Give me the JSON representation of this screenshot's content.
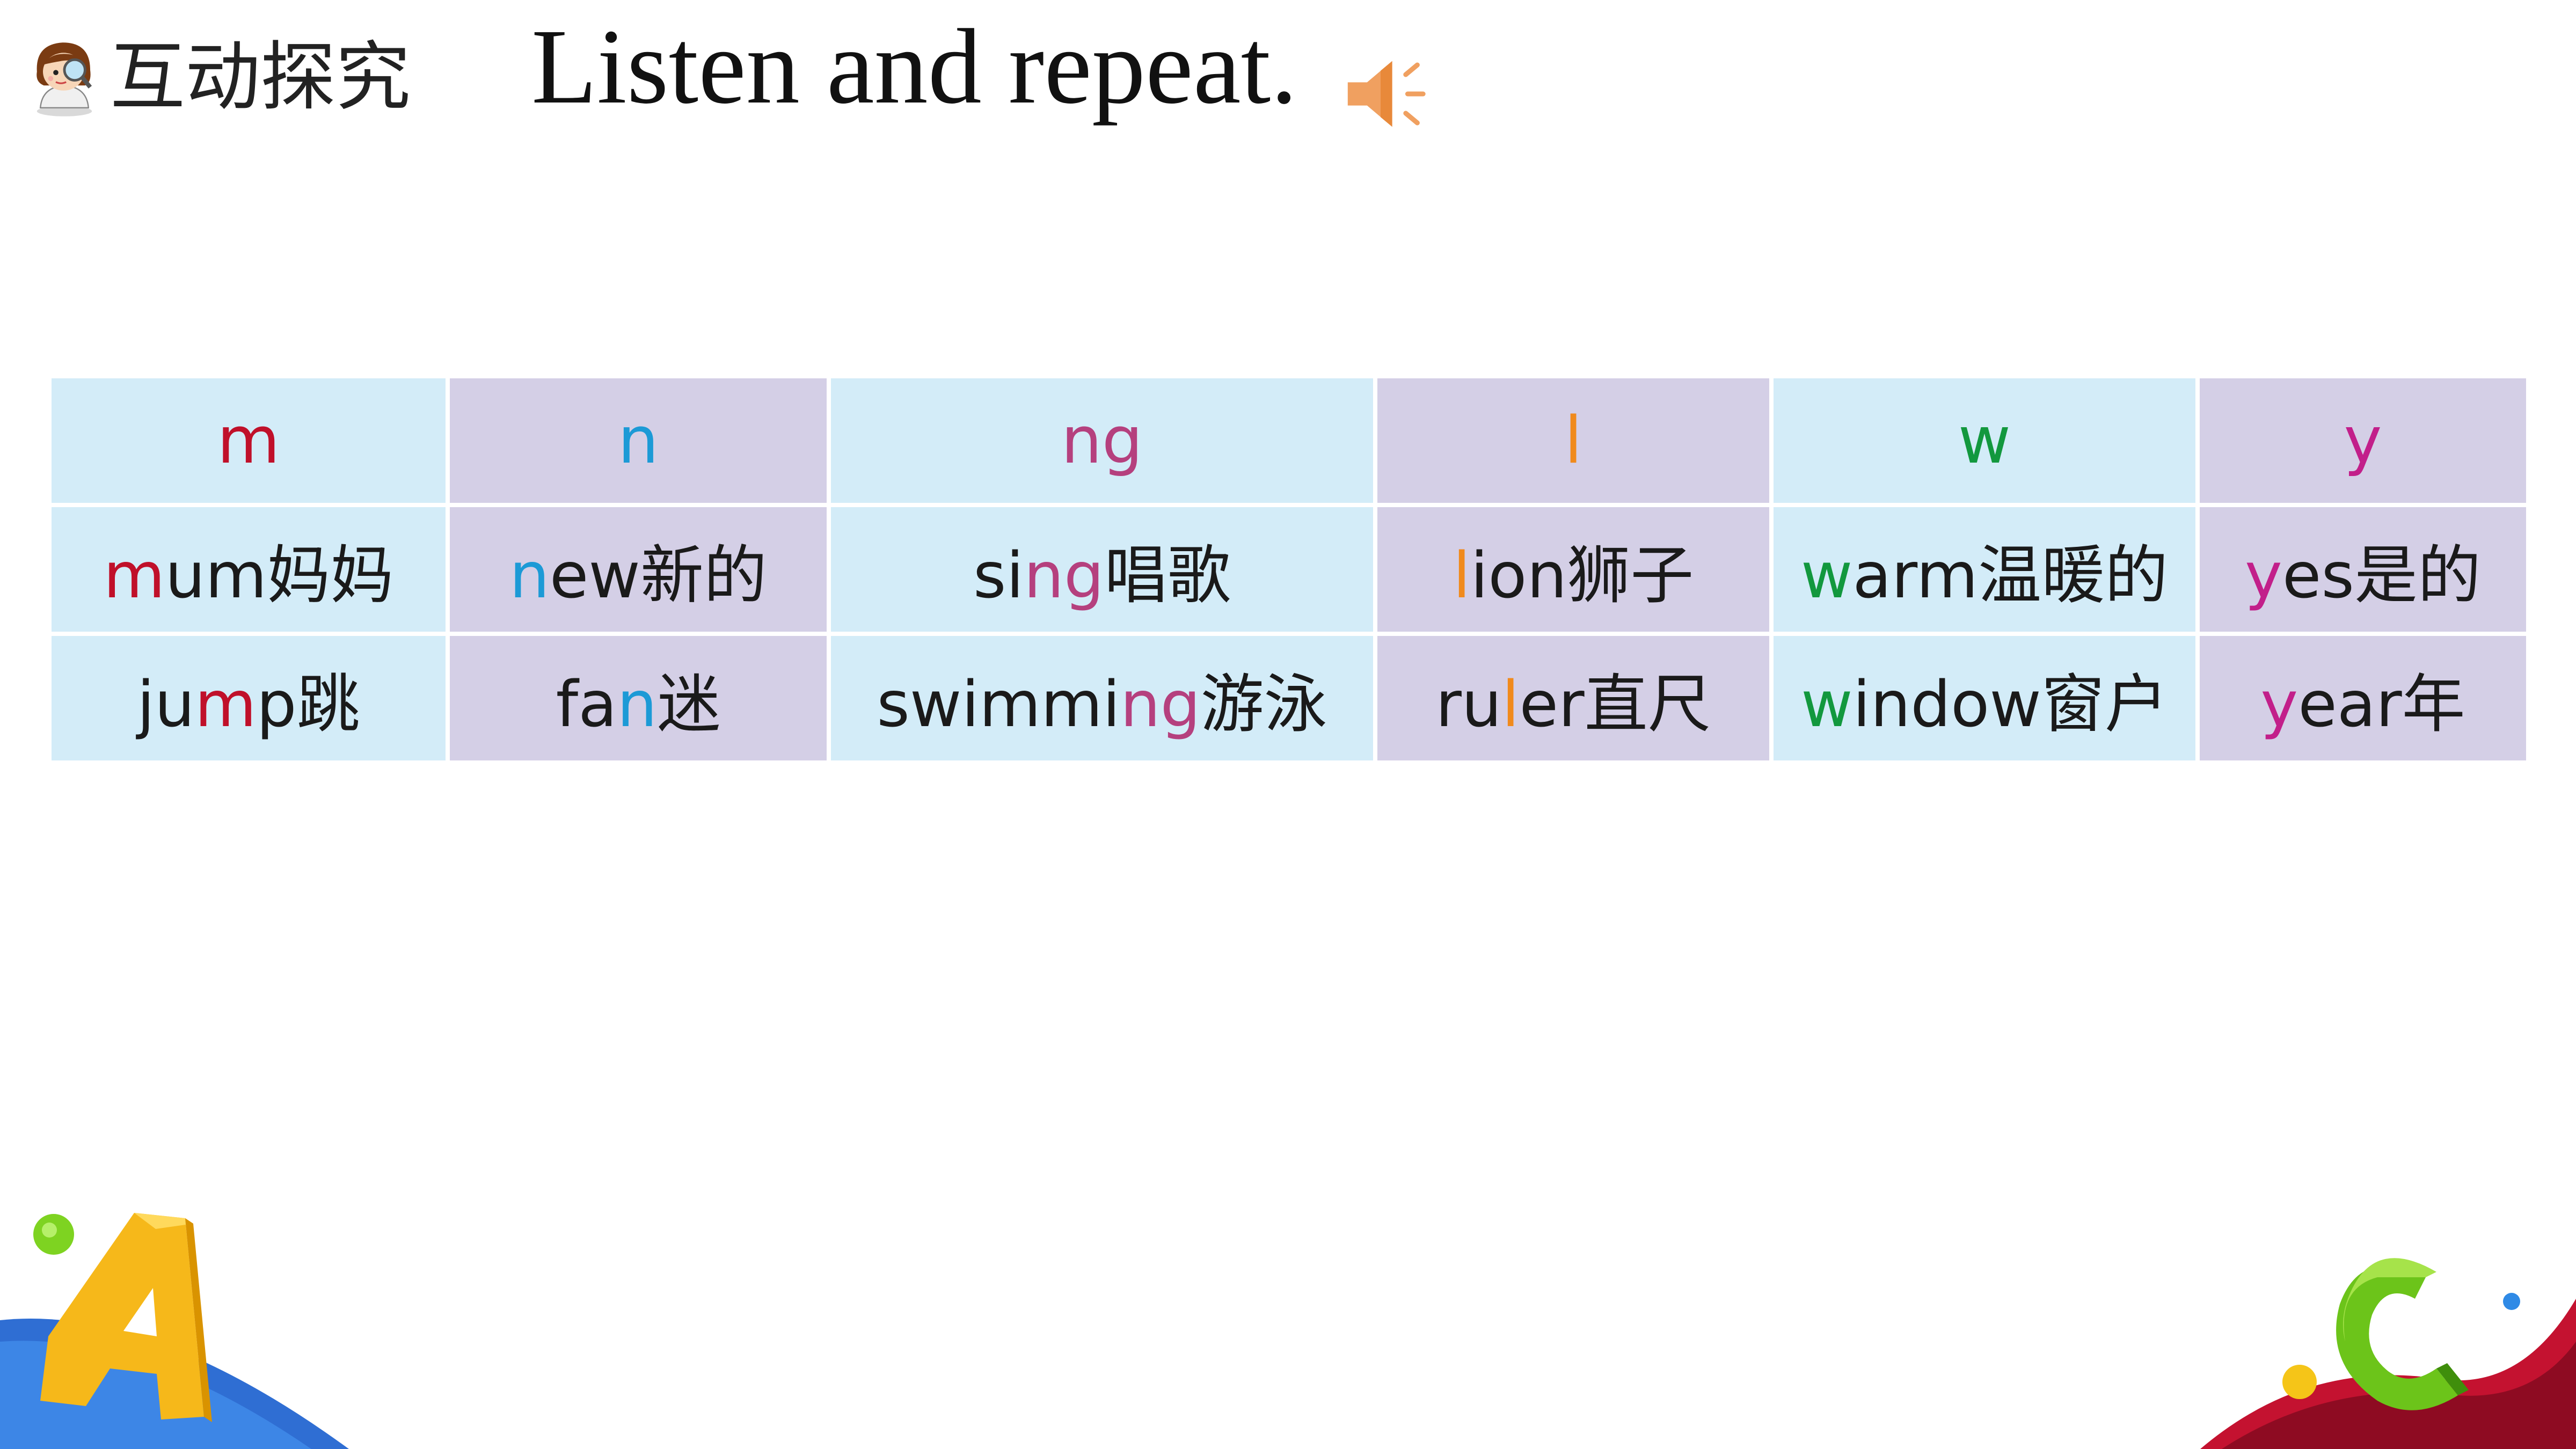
{
  "header": {
    "title_cn": "互动探究",
    "title_en": "Listen and repeat.",
    "icon": "girl-with-magnifier-icon",
    "audio_icon": "speaker-icon"
  },
  "colors": {
    "m": "#c0102a",
    "n": "#1c9ad6",
    "ng": "#b5407e",
    "l": "#f08a1c",
    "w": "#12983e",
    "y": "#c21f8a",
    "cell_blue": "#d3ecf8",
    "cell_purple": "#d4cfe6"
  },
  "table": {
    "columns": [
      {
        "sound": "m",
        "words": [
          {
            "pre": "",
            "hl": "m",
            "post": "um",
            "cn": "妈妈"
          },
          {
            "pre": "ju",
            "hl": "m",
            "post": "p",
            "cn": "跳"
          }
        ]
      },
      {
        "sound": "n",
        "words": [
          {
            "pre": "",
            "hl": "n",
            "post": "ew",
            "cn": "新的"
          },
          {
            "pre": "fa",
            "hl": "n",
            "post": "",
            "cn": "迷"
          }
        ]
      },
      {
        "sound": "ng",
        "words": [
          {
            "pre": "si",
            "hl": "ng",
            "post": "",
            "cn": "唱歌"
          },
          {
            "pre": "swimmi",
            "hl": "ng",
            "post": "",
            "cn": "游泳"
          }
        ]
      },
      {
        "sound": "l",
        "words": [
          {
            "pre": "",
            "hl": "l",
            "post": "ion",
            "cn": "狮子"
          },
          {
            "pre": "ru",
            "hl": "l",
            "post": "er",
            "cn": "直尺"
          }
        ]
      },
      {
        "sound": "w",
        "words": [
          {
            "pre": "",
            "hl": "w",
            "post": "arm",
            "cn": "温暖的"
          },
          {
            "pre": "",
            "hl": "w",
            "post": "indow",
            "cn": "窗户"
          }
        ]
      },
      {
        "sound": "y",
        "words": [
          {
            "pre": "",
            "hl": "y",
            "post": "es",
            "cn": "是的"
          },
          {
            "pre": "",
            "hl": "y",
            "post": "ear",
            "cn": "年"
          }
        ]
      }
    ]
  },
  "decorations": {
    "left_letter": "A",
    "right_letter": "C"
  }
}
